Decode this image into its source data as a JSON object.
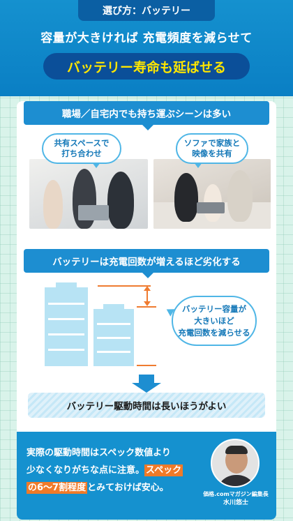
{
  "header": {
    "tag": "選び方：バッテリー",
    "headline": "容量が大きければ 充電頻度を減らせて",
    "highlight": "バッテリー寿命も延ばせる"
  },
  "section1": {
    "title": "職場／自宅内でも持ち運ぶシーンは多い",
    "bubble_left": [
      "共有スペースで",
      "打ち合わせ"
    ],
    "bubble_right": [
      "ソファで家族と",
      "映像を共有"
    ]
  },
  "section2": {
    "title": "バッテリーは充電回数が増えるほど劣化する",
    "bubble": [
      "バッテリー容量が",
      "大きいほど",
      "充電回数を減らせる"
    ]
  },
  "result": "バッテリー駆動時間は長いほうがよい",
  "note": {
    "line1": "実際の駆動時間はスペック数値より",
    "line2a": "少なくなりがちな点に注意。",
    "line2b": "スペック",
    "line3a": "の6〜7割程度",
    "line3b": "とみておけば安心。"
  },
  "author": {
    "title": "価格.comマガジン編集長",
    "name": "水川悠士"
  },
  "colors": {
    "brand_blue": "#1591cf",
    "dark_blue": "#0b4f99",
    "highlight_yellow": "#ffe600",
    "accent_orange": "#f07a28"
  }
}
